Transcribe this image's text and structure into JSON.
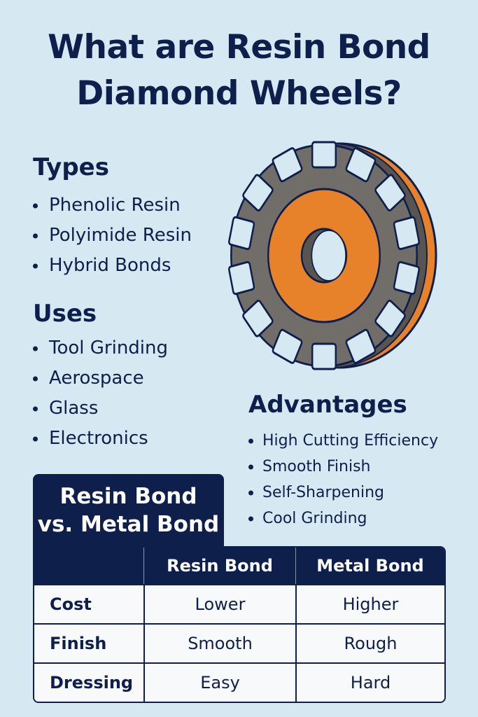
{
  "title": {
    "line1": "What are Resin Bond",
    "line2": "Diamond Wheels?"
  },
  "types": {
    "heading": "Types",
    "items": [
      "Phenolic Resin",
      "Polyimide Resin",
      "Hybrid Bonds"
    ]
  },
  "uses": {
    "heading": "Uses",
    "items": [
      "Tool Grinding",
      "Aerospace",
      "Glass",
      "Electronics"
    ]
  },
  "advantages": {
    "heading": "Advantages",
    "items": [
      "High Cutting Efficiency",
      "Smooth Finish",
      "Self-Sharpening",
      "Cool Grinding"
    ]
  },
  "comparison": {
    "title_line1": "Resin Bond",
    "title_line2": "vs. Metal Bond",
    "columns": [
      "",
      "Resin Bond",
      "Metal Bond"
    ],
    "rows": [
      [
        "Cost",
        "Lower",
        "Higher"
      ],
      [
        "Finish",
        "Smooth",
        "Rough"
      ],
      [
        "Dressing",
        "Easy",
        "Hard"
      ]
    ]
  },
  "colors": {
    "background": "#d6e9f3",
    "navy": "#0f1f4b",
    "orange": "#e8822a",
    "gray": "#716d68"
  }
}
